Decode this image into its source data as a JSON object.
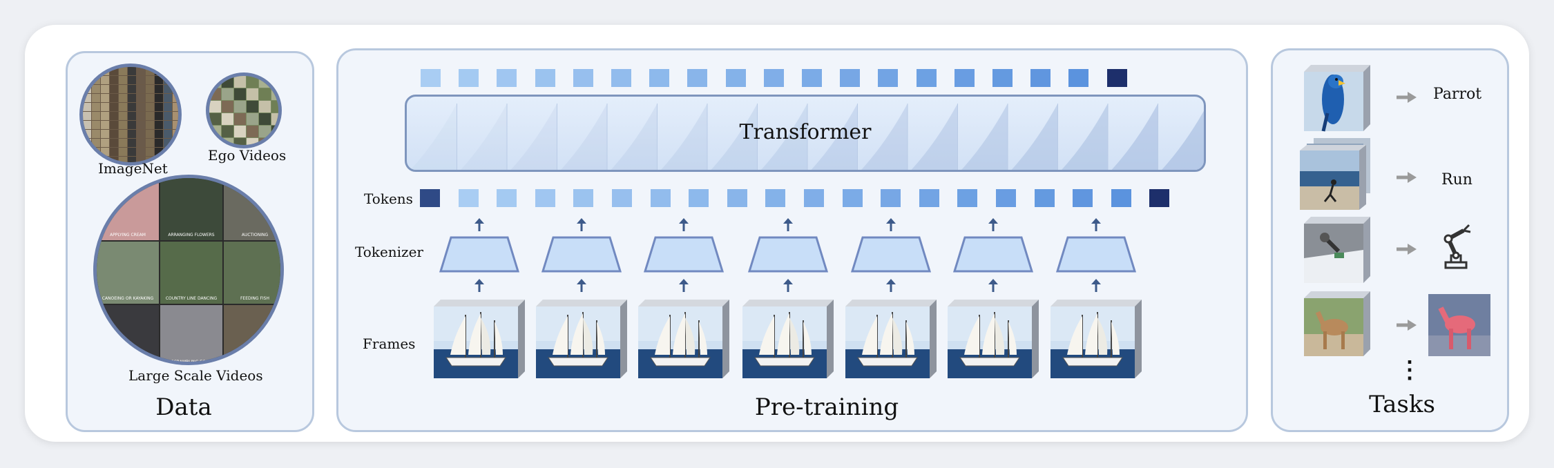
{
  "data_panel": {
    "title": "Data",
    "sources": [
      {
        "label": "ImageNet"
      },
      {
        "label": "Ego Videos"
      },
      {
        "label": "Large Scale Videos"
      }
    ],
    "video_tiles": [
      "APPLYING CREAM",
      "ARRANGING FLOWERS",
      "AUCTIONING",
      "CANOEING OR KAYAKING",
      "COUNTRY LINE DANCING",
      "FEEDING FISH",
      "",
      "SCRAMBLING EGGS",
      ""
    ]
  },
  "pretraining_panel": {
    "title": "Pre-training",
    "transformer_label": "Transformer",
    "row_labels": {
      "tokens": "Tokens",
      "tokenizer": "Tokenizer",
      "frames": "Frames"
    },
    "frame_count": 7
  },
  "tasks_panel": {
    "title": "Tasks",
    "tasks": [
      {
        "output": "Parrot"
      },
      {
        "output": "Run"
      },
      {
        "output": "robot-arm-icon"
      },
      {
        "output": "edited-camel-image"
      }
    ],
    "more": "⋮"
  },
  "colors": {
    "panel_border": "#b8c8de",
    "token_light": "#a9cdf3",
    "token_mid": "#5b93de",
    "token_dark": "#2f4a86",
    "token_darkest": "#1d2f6b",
    "tokenizer_fill": "#c8def8",
    "tokenizer_stroke": "#7189c0",
    "arrow": "#3d5a8a"
  }
}
